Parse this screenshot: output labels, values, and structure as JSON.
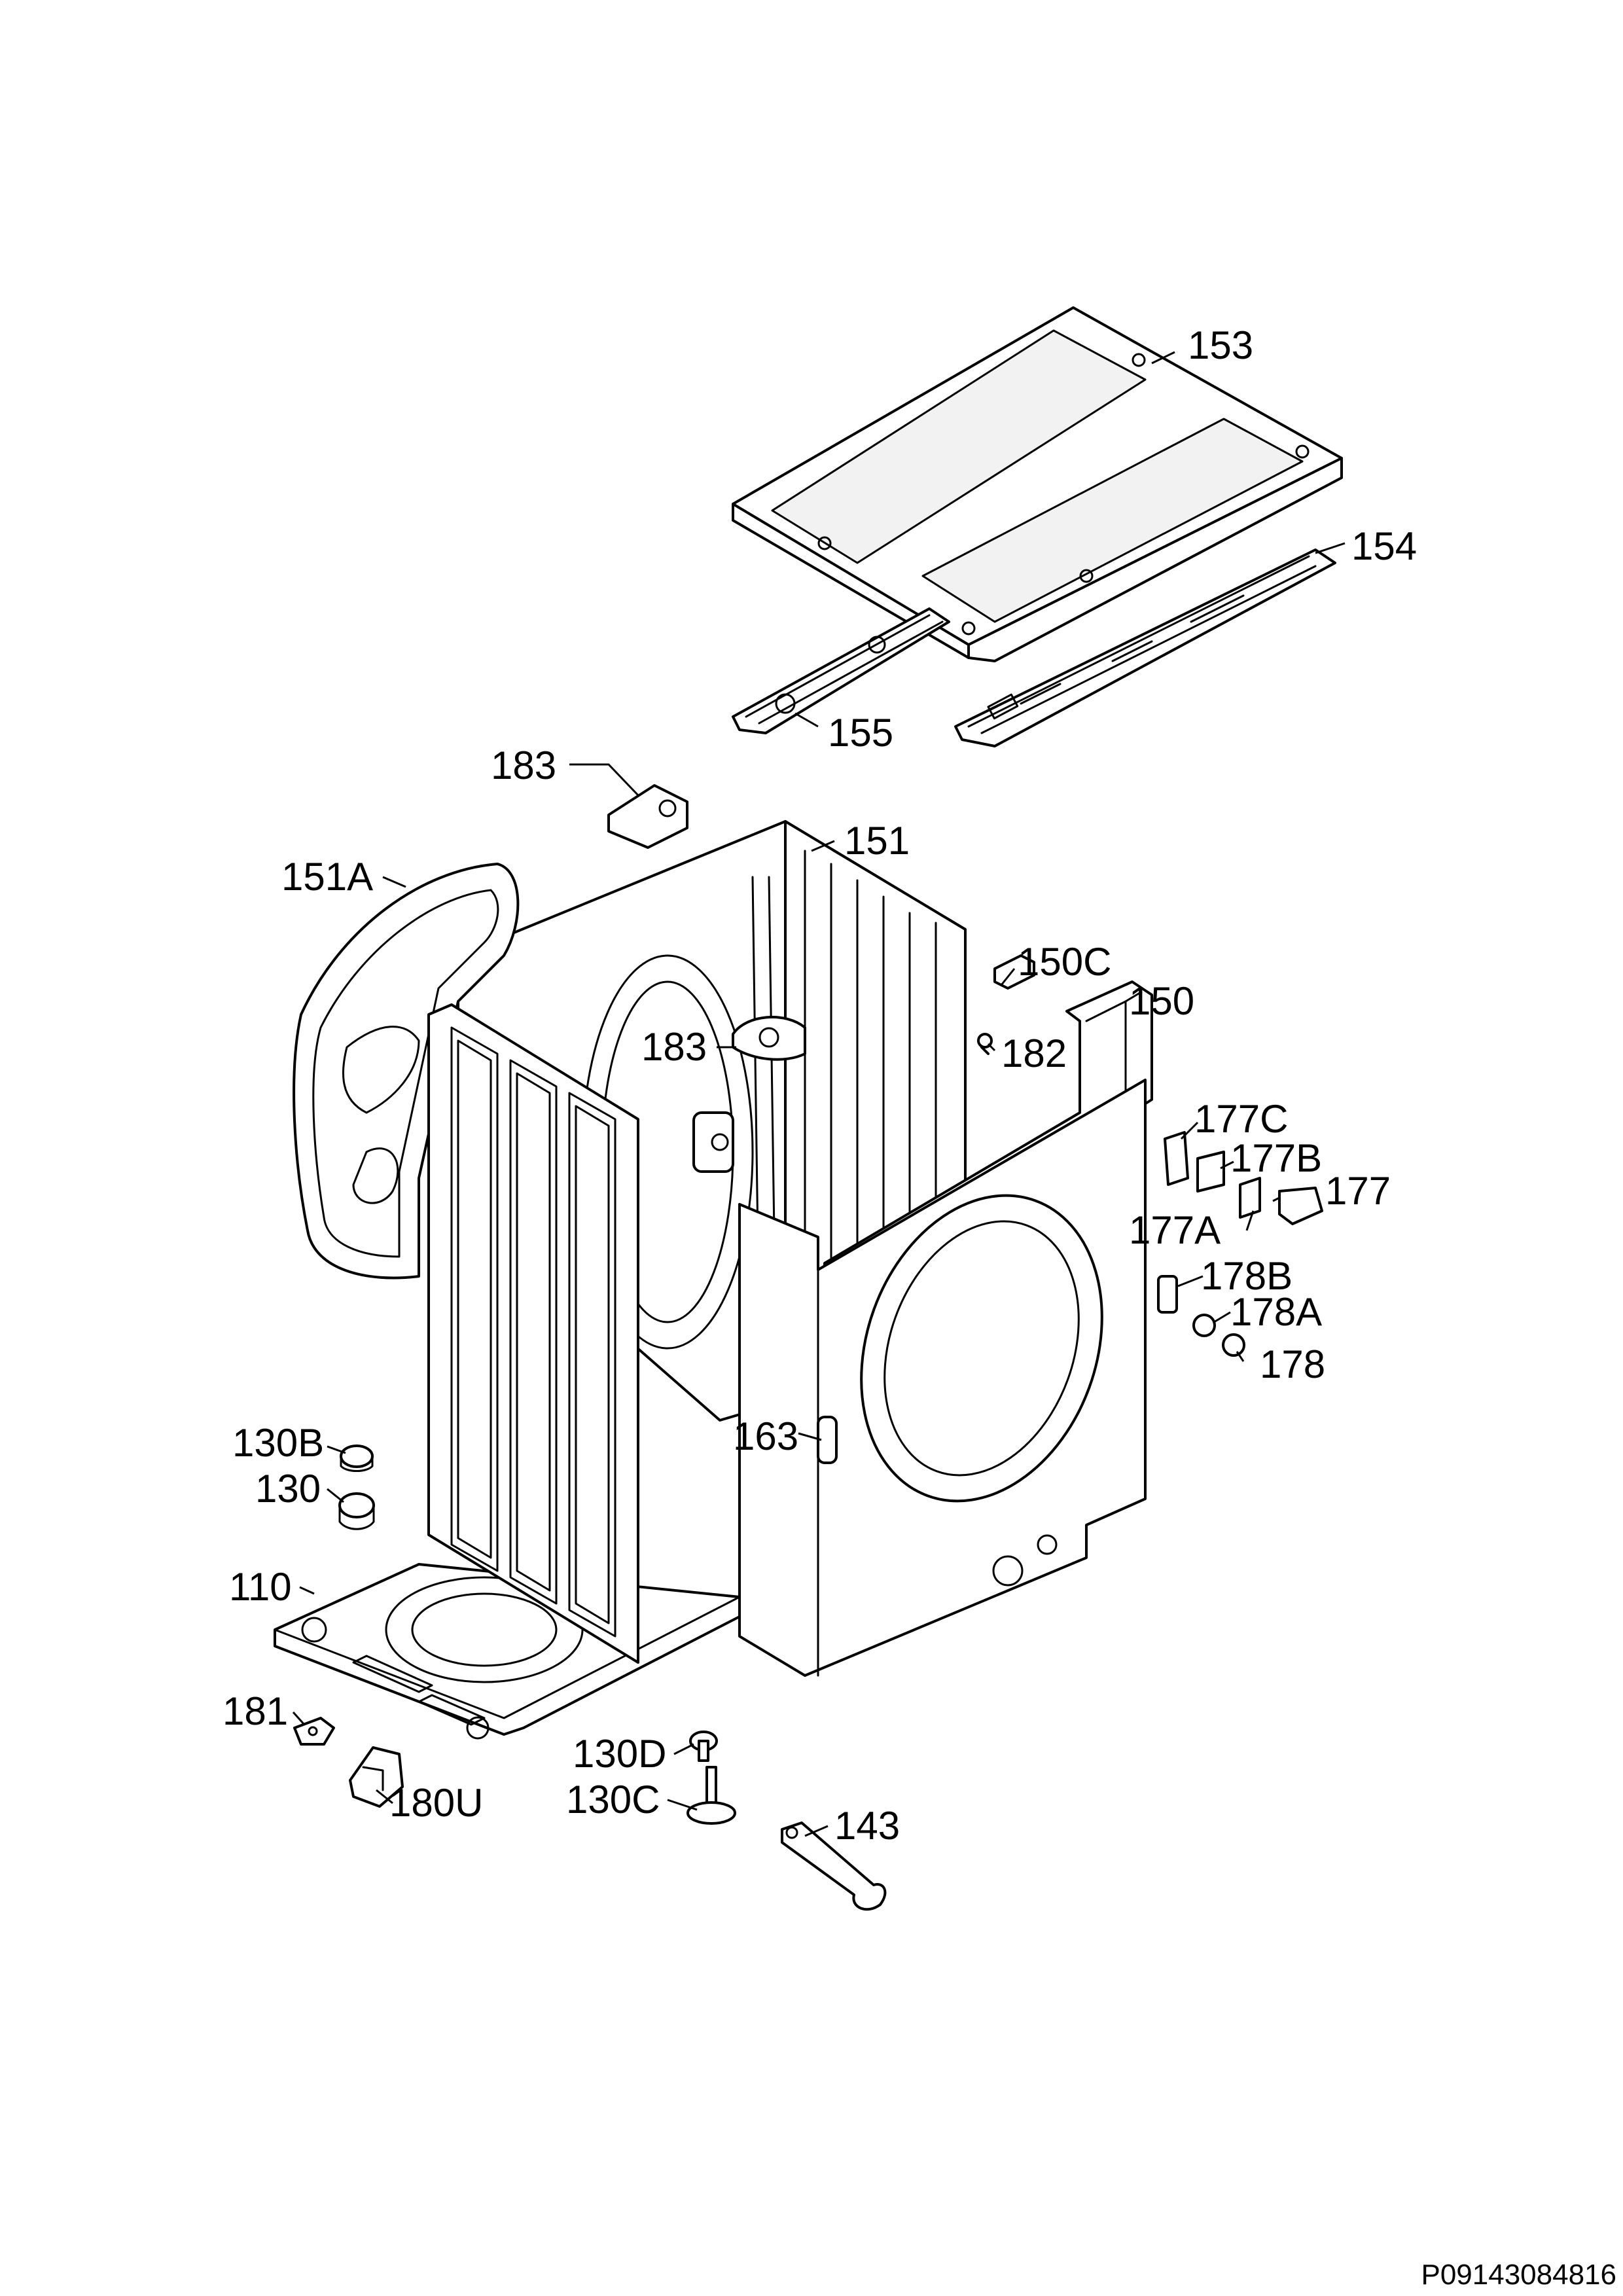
{
  "document_code": "P09143084816",
  "parts": [
    {
      "id": "153",
      "label": "153"
    },
    {
      "id": "154",
      "label": "154"
    },
    {
      "id": "155",
      "label": "155"
    },
    {
      "id": "183a",
      "label": "183"
    },
    {
      "id": "151",
      "label": "151"
    },
    {
      "id": "151A",
      "label": "151A"
    },
    {
      "id": "150C",
      "label": "150C"
    },
    {
      "id": "150",
      "label": "150"
    },
    {
      "id": "183b",
      "label": "183"
    },
    {
      "id": "182",
      "label": "182"
    },
    {
      "id": "177C",
      "label": "177C"
    },
    {
      "id": "177B",
      "label": "177B"
    },
    {
      "id": "177",
      "label": "177"
    },
    {
      "id": "177A",
      "label": "177A"
    },
    {
      "id": "178B",
      "label": "178B"
    },
    {
      "id": "178A",
      "label": "178A"
    },
    {
      "id": "178",
      "label": "178"
    },
    {
      "id": "163",
      "label": "163"
    },
    {
      "id": "130B",
      "label": "130B"
    },
    {
      "id": "130",
      "label": "130"
    },
    {
      "id": "110",
      "label": "110"
    },
    {
      "id": "181",
      "label": "181"
    },
    {
      "id": "180U",
      "label": "180U"
    },
    {
      "id": "130D",
      "label": "130D"
    },
    {
      "id": "130C",
      "label": "130C"
    },
    {
      "id": "143",
      "label": "143"
    }
  ]
}
